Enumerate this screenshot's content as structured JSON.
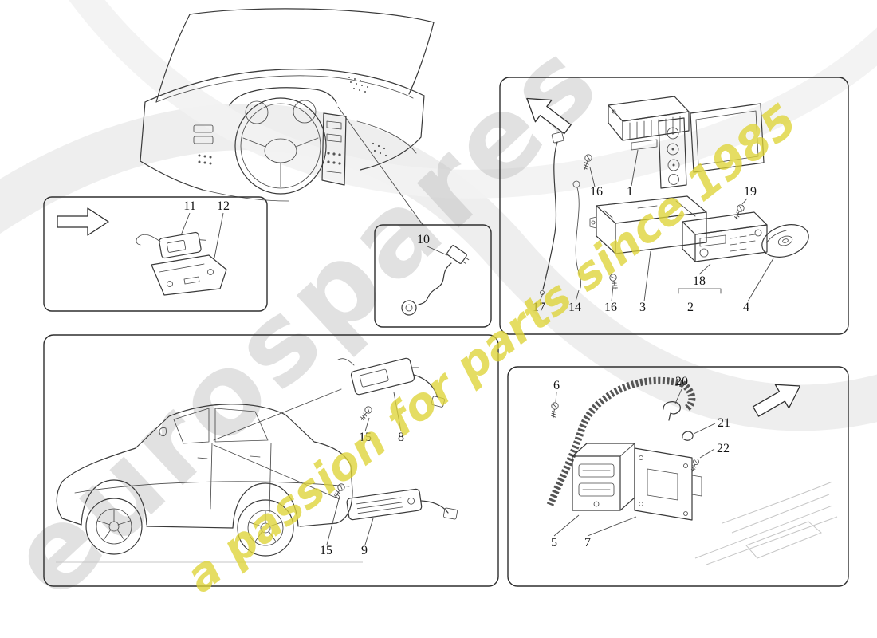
{
  "watermark": {
    "brand": "eurospares",
    "tagline": "a passion for parts since 1985",
    "brand_color": "#b8b8b8",
    "tagline_color": "#ded437"
  },
  "callouts": {
    "alarm_panel": {
      "module": "11",
      "bracket": "12"
    },
    "microphone_panel": {
      "microphone": "10"
    },
    "head_unit_panel": {
      "screw_top": "16",
      "amplifier": "1",
      "screw_side": "19",
      "cable": "17",
      "antenna_wire": "14",
      "screw_bottom": "16",
      "mounting_cage": "3",
      "radio_detail": "18",
      "radio_assembly": "2",
      "cd_disc": "4"
    },
    "car_panel": {
      "screw_upper": "15",
      "module_upper": "8",
      "screw_lower": "15",
      "module_lower": "9"
    },
    "ecu_panel": {
      "screw": "6",
      "clip_upper": "20",
      "clip_lower": "21",
      "fastener": "22",
      "control_unit": "5",
      "bracket": "7"
    }
  }
}
